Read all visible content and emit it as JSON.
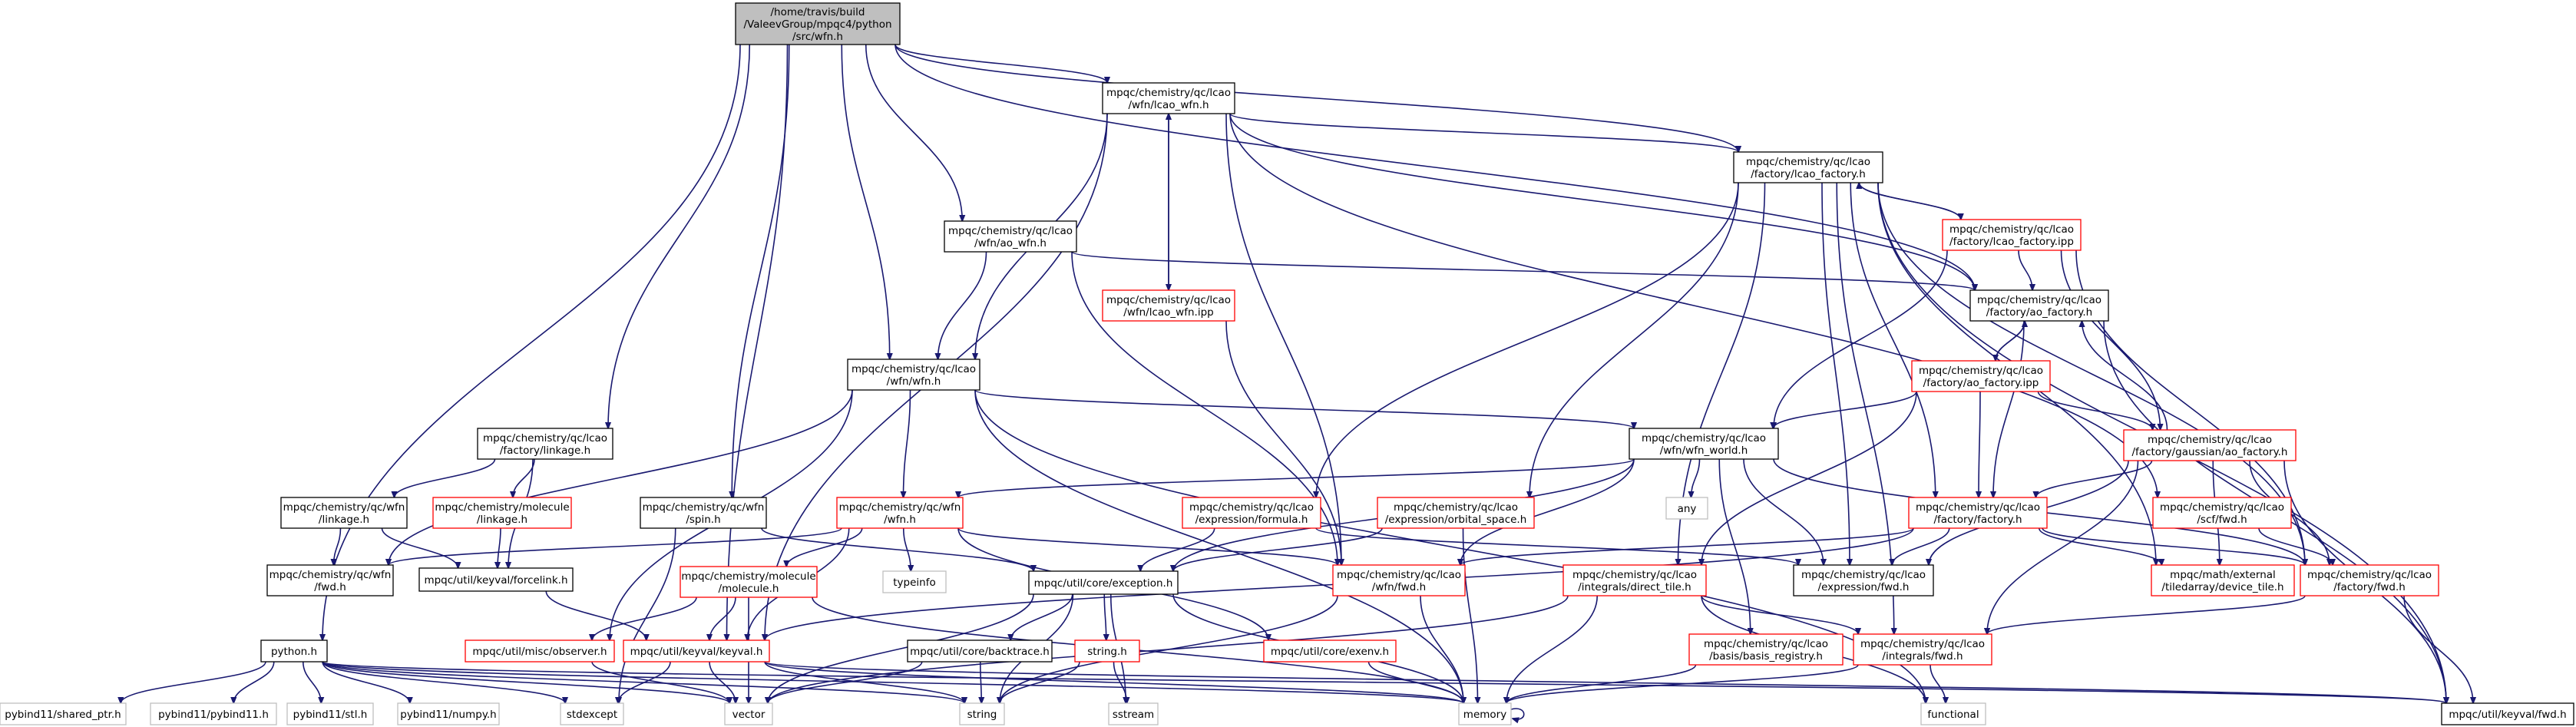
{
  "colors": {
    "edge": "#191970",
    "node_black": "#000000",
    "node_red": "#ff0000",
    "node_gray": "#bfbfbf",
    "root_fill": "#bfbfbf",
    "text": "#000000"
  },
  "nodes": [
    {
      "id": "root",
      "lines": [
        "/home/travis/build",
        "/ValeevGroup/mpqc4/python",
        "/src/wfn.h"
      ],
      "style": "root"
    },
    {
      "id": "lcao_wfn_h",
      "lines": [
        "mpqc/chemistry/qc/lcao",
        "/wfn/lcao_wfn.h"
      ],
      "style": "black"
    },
    {
      "id": "cao_factory_h",
      "lines": [
        "mpqc/chemistry/qc/lcao",
        "/factory/lcao_factory.h"
      ],
      "style": "black"
    },
    {
      "id": "cao_factory_ipp",
      "lines": [
        "mpqc/chemistry/qc/lcao",
        "/factory/lcao_factory.ipp"
      ],
      "style": "red"
    },
    {
      "id": "ao_wfn_h",
      "lines": [
        "mpqc/chemistry/qc/lcao",
        "/wfn/ao_wfn.h"
      ],
      "style": "black"
    },
    {
      "id": "lcao_wfn_ipp",
      "lines": [
        "mpqc/chemistry/qc/lcao",
        "/wfn/lcao_wfn.ipp"
      ],
      "style": "red"
    },
    {
      "id": "ao_factory_h",
      "lines": [
        "mpqc/chemistry/qc/lcao",
        "/factory/ao_factory.h"
      ],
      "style": "black"
    },
    {
      "id": "ao_factory_ipp",
      "lines": [
        "mpqc/chemistry/qc/lcao",
        "/factory/ao_factory.ipp"
      ],
      "style": "red"
    },
    {
      "id": "wfn_h",
      "lines": [
        "mpqc/chemistry/qc/lcao",
        "/wfn/wfn.h"
      ],
      "style": "black"
    },
    {
      "id": "wfn_world_h",
      "lines": [
        "mpqc/chemistry/qc/lcao",
        "/wfn/wfn_world.h"
      ],
      "style": "black"
    },
    {
      "id": "gaussian_ao_factory_h",
      "lines": [
        "mpqc/chemistry/qc/lcao",
        "/factory/gaussian/ao_factory.h"
      ],
      "style": "red"
    },
    {
      "id": "factory_linkage_h",
      "lines": [
        "mpqc/chemistry/qc/lcao",
        "/factory/linkage.h"
      ],
      "style": "black"
    },
    {
      "id": "wfn_linkage_h",
      "lines": [
        "mpqc/chemistry/qc/wfn",
        "/linkage.h"
      ],
      "style": "black"
    },
    {
      "id": "molecule_linkage_h",
      "lines": [
        "mpqc/chemistry/molecule",
        "/linkage.h"
      ],
      "style": "red"
    },
    {
      "id": "spin_h",
      "lines": [
        "mpqc/chemistry/qc/wfn",
        "/spin.h"
      ],
      "style": "black"
    },
    {
      "id": "qc_wfn_h",
      "lines": [
        "mpqc/chemistry/qc/wfn",
        "/wfn.h"
      ],
      "style": "red"
    },
    {
      "id": "formula_h",
      "lines": [
        "mpqc/chemistry/qc/lcao",
        "/expression/formula.h"
      ],
      "style": "red"
    },
    {
      "id": "orbital_space_h",
      "lines": [
        "mpqc/chemistry/qc/lcao",
        "/expression/orbital_space.h"
      ],
      "style": "red"
    },
    {
      "id": "any",
      "lines": [
        "any"
      ],
      "style": "gray"
    },
    {
      "id": "factory_factory_h",
      "lines": [
        "mpqc/chemistry/qc/lcao",
        "/factory/factory.h"
      ],
      "style": "red"
    },
    {
      "id": "scf_fwd_h",
      "lines": [
        "mpqc/chemistry/qc/lcao",
        "/scf/fwd.h"
      ],
      "style": "red"
    },
    {
      "id": "qc_wfn_fwd_h",
      "lines": [
        "mpqc/chemistry/qc/wfn",
        "/fwd.h"
      ],
      "style": "black"
    },
    {
      "id": "forcelink_h",
      "lines": [
        "mpqc/util/keyval/forcelink.h"
      ],
      "style": "black"
    },
    {
      "id": "molecule_h",
      "lines": [
        "mpqc/chemistry/molecule",
        "/molecule.h"
      ],
      "style": "red"
    },
    {
      "id": "typeinfo",
      "lines": [
        "typeinfo"
      ],
      "style": "gray"
    },
    {
      "id": "exception_h",
      "lines": [
        "mpqc/util/core/exception.h"
      ],
      "style": "black"
    },
    {
      "id": "lcao_wfn_fwd_h",
      "lines": [
        "mpqc/chemistry/qc/lcao",
        "/wfn/fwd.h"
      ],
      "style": "red"
    },
    {
      "id": "direct_tile_h",
      "lines": [
        "mpqc/chemistry/qc/lcao",
        "/integrals/direct_tile.h"
      ],
      "style": "red"
    },
    {
      "id": "expression_fwd_h",
      "lines": [
        "mpqc/chemistry/qc/lcao",
        "/expression/fwd.h"
      ],
      "style": "black"
    },
    {
      "id": "device_tile_h",
      "lines": [
        "mpqc/math/external",
        "/tiledarray/device_tile.h"
      ],
      "style": "red"
    },
    {
      "id": "factory_fwd_h",
      "lines": [
        "mpqc/chemistry/qc/lcao",
        "/factory/fwd.h"
      ],
      "style": "red"
    },
    {
      "id": "python_h",
      "lines": [
        "python.h"
      ],
      "style": "black"
    },
    {
      "id": "observer_h",
      "lines": [
        "mpqc/util/misc/observer.h"
      ],
      "style": "red"
    },
    {
      "id": "keyval_h",
      "lines": [
        "mpqc/util/keyval/keyval.h"
      ],
      "style": "red"
    },
    {
      "id": "backtrace_h",
      "lines": [
        "mpqc/util/core/backtrace.h"
      ],
      "style": "black"
    },
    {
      "id": "string_h",
      "lines": [
        "string.h"
      ],
      "style": "red"
    },
    {
      "id": "exenv_h",
      "lines": [
        "mpqc/util/core/exenv.h"
      ],
      "style": "red"
    },
    {
      "id": "basis_registry_h",
      "lines": [
        "mpqc/chemistry/qc/lcao",
        "/basis/basis_registry.h"
      ],
      "style": "red"
    },
    {
      "id": "integrals_fwd_h",
      "lines": [
        "mpqc/chemistry/qc/lcao",
        "/integrals/fwd.h"
      ],
      "style": "red"
    },
    {
      "id": "shared_ptr_h",
      "lines": [
        "pybind11/shared_ptr.h"
      ],
      "style": "gray"
    },
    {
      "id": "pybind11_h",
      "lines": [
        "pybind11/pybind11.h"
      ],
      "style": "gray"
    },
    {
      "id": "stl_h",
      "lines": [
        "pybind11/stl.h"
      ],
      "style": "gray"
    },
    {
      "id": "numpy_h",
      "lines": [
        "pybind11/numpy.h"
      ],
      "style": "gray"
    },
    {
      "id": "stdexcept",
      "lines": [
        "stdexcept"
      ],
      "style": "gray"
    },
    {
      "id": "vector",
      "lines": [
        "vector"
      ],
      "style": "gray"
    },
    {
      "id": "string",
      "lines": [
        "string"
      ],
      "style": "gray"
    },
    {
      "id": "sstream",
      "lines": [
        "sstream"
      ],
      "style": "gray"
    },
    {
      "id": "memory",
      "lines": [
        "memory"
      ],
      "style": "gray"
    },
    {
      "id": "functional",
      "lines": [
        "functional"
      ],
      "style": "gray"
    },
    {
      "id": "keyval_fwd_h",
      "lines": [
        "mpqc/util/keyval/fwd.h"
      ],
      "style": "black"
    }
  ],
  "edges": [
    [
      "root",
      "lcao_wfn_h"
    ],
    [
      "root",
      "cao_factory_h"
    ],
    [
      "root",
      "ao_factory_h"
    ],
    [
      "root",
      "ao_wfn_h"
    ],
    [
      "root",
      "wfn_h"
    ],
    [
      "root",
      "factory_linkage_h"
    ],
    [
      "root",
      "spin_h"
    ],
    [
      "root",
      "python_h"
    ],
    [
      "root",
      "keyval_h"
    ],
    [
      "lcao_wfn_h",
      "cao_factory_h"
    ],
    [
      "lcao_wfn_h",
      "lcao_wfn_ipp"
    ],
    [
      "lcao_wfn_h",
      "wfn_h"
    ],
    [
      "lcao_wfn_h",
      "lcao_wfn_fwd_h"
    ],
    [
      "lcao_wfn_h",
      "ao_factory_h"
    ],
    [
      "lcao_wfn_h",
      "keyval_h"
    ],
    [
      "lcao_wfn_h",
      "scf_fwd_h"
    ],
    [
      "cao_factory_h",
      "cao_factory_ipp"
    ],
    [
      "cao_factory_h",
      "formula_h"
    ],
    [
      "cao_factory_h",
      "orbital_space_h"
    ],
    [
      "cao_factory_h",
      "factory_factory_h"
    ],
    [
      "cao_factory_h",
      "expression_fwd_h"
    ],
    [
      "cao_factory_h",
      "direct_tile_h"
    ],
    [
      "cao_factory_h",
      "integrals_fwd_h"
    ],
    [
      "cao_factory_h",
      "device_tile_h"
    ],
    [
      "cao_factory_h",
      "factory_fwd_h"
    ],
    [
      "cao_factory_h",
      "keyval_fwd_h"
    ],
    [
      "cao_factory_ipp",
      "cao_factory_h"
    ],
    [
      "cao_factory_ipp",
      "ao_factory_h"
    ],
    [
      "cao_factory_ipp",
      "gaussian_ao_factory_h"
    ],
    [
      "cao_factory_ipp",
      "wfn_world_h"
    ],
    [
      "cao_factory_ipp",
      "factory_fwd_h"
    ],
    [
      "ao_wfn_h",
      "ao_factory_h"
    ],
    [
      "ao_wfn_h",
      "wfn_h"
    ],
    [
      "ao_wfn_h",
      "lcao_wfn_fwd_h"
    ],
    [
      "lcao_wfn_ipp",
      "lcao_wfn_h"
    ],
    [
      "lcao_wfn_ipp",
      "lcao_wfn_fwd_h"
    ],
    [
      "ao_factory_h",
      "ao_factory_ipp"
    ],
    [
      "ao_factory_h",
      "factory_factory_h"
    ],
    [
      "ao_factory_h",
      "keyval_fwd_h"
    ],
    [
      "ao_factory_ipp",
      "ao_factory_h"
    ],
    [
      "ao_factory_ipp",
      "gaussian_ao_factory_h"
    ],
    [
      "ao_factory_ipp",
      "wfn_world_h"
    ],
    [
      "ao_factory_ipp",
      "factory_factory_h"
    ],
    [
      "ao_factory_ipp",
      "direct_tile_h"
    ],
    [
      "wfn_h",
      "qc_wfn_h"
    ],
    [
      "wfn_h",
      "wfn_world_h"
    ],
    [
      "wfn_h",
      "qc_wfn_fwd_h"
    ],
    [
      "wfn_h",
      "memory"
    ],
    [
      "wfn_h",
      "functional"
    ],
    [
      "wfn_h",
      "observer_h"
    ],
    [
      "wfn_world_h",
      "any"
    ],
    [
      "wfn_world_h",
      "qc_wfn_h"
    ],
    [
      "wfn_world_h",
      "exception_h"
    ],
    [
      "wfn_world_h",
      "basis_registry_h"
    ],
    [
      "wfn_world_h",
      "lcao_wfn_fwd_h"
    ],
    [
      "wfn_world_h",
      "expression_fwd_h"
    ],
    [
      "wfn_world_h",
      "factory_fwd_h"
    ],
    [
      "gaussian_ao_factory_h",
      "ao_factory_h"
    ],
    [
      "gaussian_ao_factory_h",
      "factory_factory_h"
    ],
    [
      "gaussian_ao_factory_h",
      "expression_fwd_h"
    ],
    [
      "gaussian_ao_factory_h",
      "device_tile_h"
    ],
    [
      "gaussian_ao_factory_h",
      "factory_fwd_h"
    ],
    [
      "gaussian_ao_factory_h",
      "integrals_fwd_h"
    ],
    [
      "gaussian_ao_factory_h",
      "keyval_fwd_h"
    ],
    [
      "factory_linkage_h",
      "wfn_linkage_h"
    ],
    [
      "factory_linkage_h",
      "molecule_linkage_h"
    ],
    [
      "factory_linkage_h",
      "forcelink_h"
    ],
    [
      "wfn_linkage_h",
      "qc_wfn_fwd_h"
    ],
    [
      "wfn_linkage_h",
      "forcelink_h"
    ],
    [
      "molecule_linkage_h",
      "forcelink_h"
    ],
    [
      "spin_h",
      "exception_h"
    ],
    [
      "spin_h",
      "stdexcept"
    ],
    [
      "qc_wfn_h",
      "typeinfo"
    ],
    [
      "qc_wfn_h",
      "molecule_h"
    ],
    [
      "qc_wfn_h",
      "keyval_h"
    ],
    [
      "qc_wfn_h",
      "exenv_h"
    ],
    [
      "qc_wfn_h",
      "qc_wfn_fwd_h"
    ],
    [
      "qc_wfn_h",
      "lcao_wfn_fwd_h"
    ],
    [
      "formula_h",
      "exception_h"
    ],
    [
      "formula_h",
      "expression_fwd_h"
    ],
    [
      "orbital_space_h",
      "exception_h"
    ],
    [
      "orbital_space_h",
      "memory"
    ],
    [
      "factory_factory_h",
      "lcao_wfn_fwd_h"
    ],
    [
      "factory_factory_h",
      "expression_fwd_h"
    ],
    [
      "factory_factory_h",
      "factory_fwd_h"
    ],
    [
      "factory_factory_h",
      "device_tile_h"
    ],
    [
      "factory_factory_h",
      "keyval_h"
    ],
    [
      "scf_fwd_h",
      "factory_fwd_h"
    ],
    [
      "forcelink_h",
      "keyval_h"
    ],
    [
      "molecule_h",
      "observer_h"
    ],
    [
      "molecule_h",
      "keyval_h"
    ],
    [
      "molecule_h",
      "vector"
    ],
    [
      "molecule_h",
      "memory"
    ],
    [
      "exception_h",
      "backtrace_h"
    ],
    [
      "exception_h",
      "string_h"
    ],
    [
      "exception_h",
      "sstream"
    ],
    [
      "exception_h",
      "string"
    ],
    [
      "exception_h",
      "vector"
    ],
    [
      "exception_h",
      "memory"
    ],
    [
      "lcao_wfn_fwd_h",
      "memory"
    ],
    [
      "lcao_wfn_fwd_h",
      "string"
    ],
    [
      "direct_tile_h",
      "memory"
    ],
    [
      "direct_tile_h",
      "vector"
    ],
    [
      "direct_tile_h",
      "functional"
    ],
    [
      "direct_tile_h",
      "integrals_fwd_h"
    ],
    [
      "factory_fwd_h",
      "integrals_fwd_h"
    ],
    [
      "factory_fwd_h",
      "keyval_fwd_h"
    ],
    [
      "python_h",
      "shared_ptr_h"
    ],
    [
      "python_h",
      "pybind11_h"
    ],
    [
      "python_h",
      "stl_h"
    ],
    [
      "python_h",
      "numpy_h"
    ],
    [
      "python_h",
      "stdexcept"
    ],
    [
      "python_h",
      "vector"
    ],
    [
      "python_h",
      "string"
    ],
    [
      "python_h",
      "memory"
    ],
    [
      "python_h",
      "keyval_fwd_h"
    ],
    [
      "observer_h",
      "vector"
    ],
    [
      "keyval_h",
      "stdexcept"
    ],
    [
      "keyval_h",
      "vector"
    ],
    [
      "keyval_h",
      "string"
    ],
    [
      "keyval_h",
      "memory"
    ],
    [
      "keyval_h",
      "keyval_fwd_h"
    ],
    [
      "backtrace_h",
      "string"
    ],
    [
      "backtrace_h",
      "vector"
    ],
    [
      "string_h",
      "string"
    ],
    [
      "string_h",
      "sstream"
    ],
    [
      "exenv_h",
      "memory"
    ],
    [
      "basis_registry_h",
      "memory"
    ],
    [
      "integrals_fwd_h",
      "memory"
    ],
    [
      "integrals_fwd_h",
      "functional"
    ],
    [
      "memory",
      "memory"
    ]
  ]
}
